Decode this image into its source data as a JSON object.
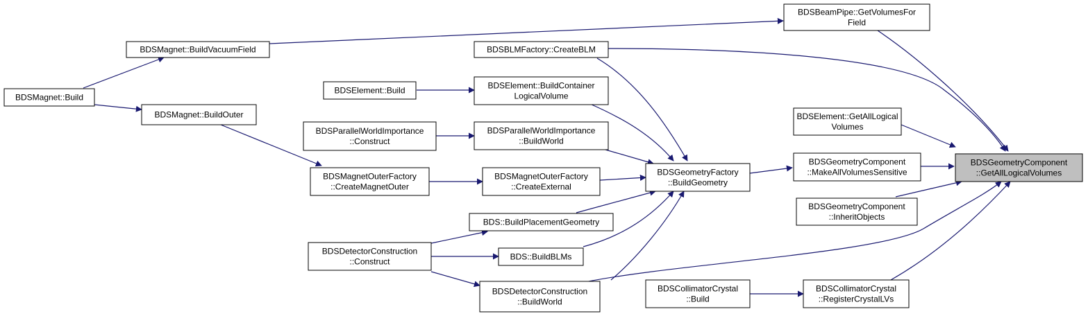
{
  "graph": {
    "nodes": {
      "bp_getvol": [
        "BDSBeamPipe::GetVolumesFor",
        "Field"
      ],
      "mag_vac": [
        "BDSMagnet::BuildVacuumField"
      ],
      "blm_create": [
        "BDSBLMFactory::CreateBLM"
      ],
      "mag_build": [
        "BDSMagnet::Build"
      ],
      "el_build": [
        "BDSElement::Build"
      ],
      "el_container": [
        "BDSElement::BuildContainer",
        "LogicalVolume"
      ],
      "mag_outer": [
        "BDSMagnet::BuildOuter"
      ],
      "el_getall": [
        "BDSElement::GetAllLogical",
        "Volumes"
      ],
      "pwi_construct": [
        "BDSParallelWorldImportance",
        "::Construct"
      ],
      "pwi_buildworld": [
        "BDSParallelWorldImportance",
        "::BuildWorld"
      ],
      "gc_getall": [
        "BDSGeometryComponent",
        "::GetAllLogicalVolumes"
      ],
      "gf_build": [
        "BDSGeometryFactory",
        "::BuildGeometry"
      ],
      "gc_makeall": [
        "BDSGeometryComponent",
        "::MakeAllVolumesSensitive"
      ],
      "mof_outer": [
        "BDSMagnetOuterFactory",
        "::CreateMagnetOuter"
      ],
      "mof_external": [
        "BDSMagnetOuterFactory",
        "::CreateExternal"
      ],
      "gc_inherit": [
        "BDSGeometryComponent",
        "::InheritObjects"
      ],
      "bds_placement": [
        "BDS::BuildPlacementGeometry"
      ],
      "dc_construct": [
        "BDSDetectorConstruction",
        "::Construct"
      ],
      "bds_blms": [
        "BDS::BuildBLMs"
      ],
      "cc_build": [
        "BDSCollimatorCrystal",
        "::Build"
      ],
      "cc_register": [
        "BDSCollimatorCrystal",
        "::RegisterCrystalLVs"
      ],
      "dc_buildworld": [
        "BDSDetectorConstruction",
        "::BuildWorld"
      ]
    }
  }
}
